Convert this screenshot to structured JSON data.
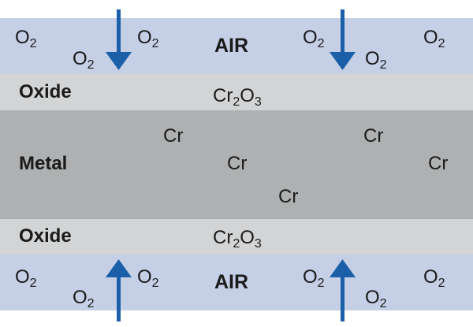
{
  "colors": {
    "air": "#c5cfe5",
    "oxide": "#d3d4d5",
    "metal": "#aeb0b1",
    "arrow": "#1a5fa8"
  },
  "layers": {
    "air_label": "AIR",
    "oxide_label": "Oxide",
    "metal_label": "Metal"
  },
  "species": {
    "oxygen_base": "O",
    "oxygen_sub": "2",
    "chromium": "Cr",
    "oxide_base1": "Cr",
    "oxide_sub1": "2",
    "oxide_base2": "O",
    "oxide_sub2": "3"
  },
  "arrows": {
    "top": "arrow-down-icon",
    "bottom": "arrow-up-icon"
  }
}
